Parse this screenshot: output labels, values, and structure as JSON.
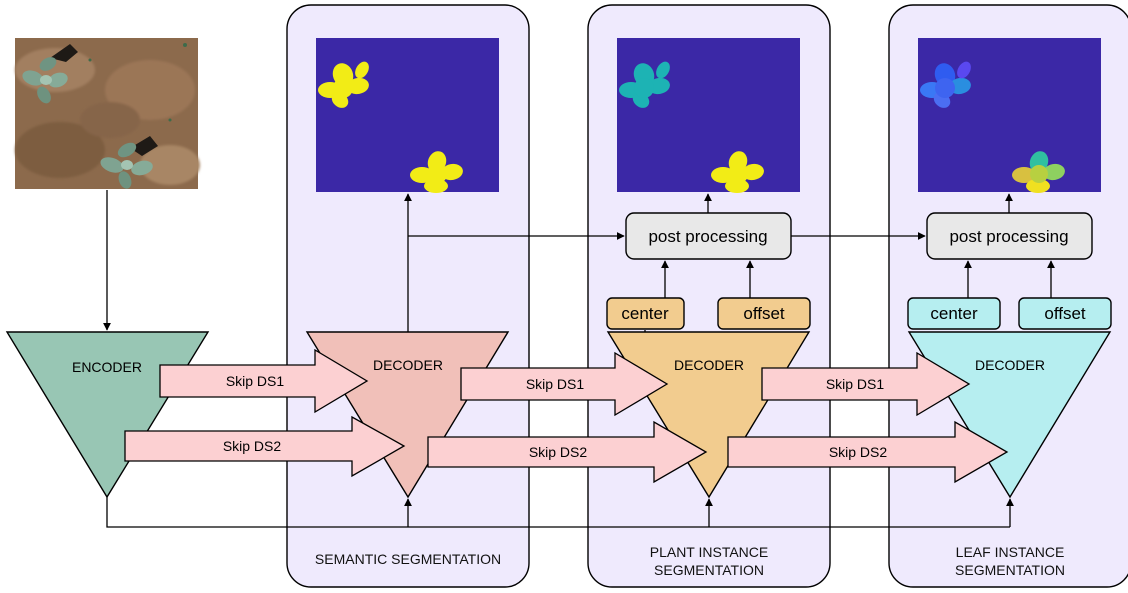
{
  "colors": {
    "panel_fill": "#efeafd",
    "mask_background": "#3b28a6",
    "semantic_mask": "#f2ec16",
    "encoder": "#98c6b4",
    "semantic_decoder": "#f1c0b9",
    "plant_decoder": "#f2cc8f",
    "leaf_decoder": "#b6eef0",
    "skip_arrow": "#fcd0d2",
    "post_processing": "#e8e8e8"
  },
  "input": {
    "image": "field-photo-plants-on-soil"
  },
  "encoder": {
    "label": "ENCODER"
  },
  "panels": [
    {
      "id": "semantic",
      "title_lines": [
        "SEMANTIC SEGMENTATION"
      ],
      "decoder_label": "DECODER",
      "output": "semantic-mask"
    },
    {
      "id": "plant",
      "title_lines": [
        "PLANT INSTANCE",
        "SEGMENTATION"
      ],
      "decoder_label": "DECODER",
      "heads": [
        "center",
        "offset"
      ],
      "post_processing": "post processing",
      "output": "plant-instance-mask"
    },
    {
      "id": "leaf",
      "title_lines": [
        "LEAF INSTANCE",
        "SEGMENTATION"
      ],
      "decoder_label": "DECODER",
      "heads": [
        "center",
        "offset"
      ],
      "post_processing": "post processing",
      "output": "leaf-instance-mask"
    }
  ],
  "skips": {
    "ds1": "Skip DS1",
    "ds2": "Skip DS2"
  }
}
